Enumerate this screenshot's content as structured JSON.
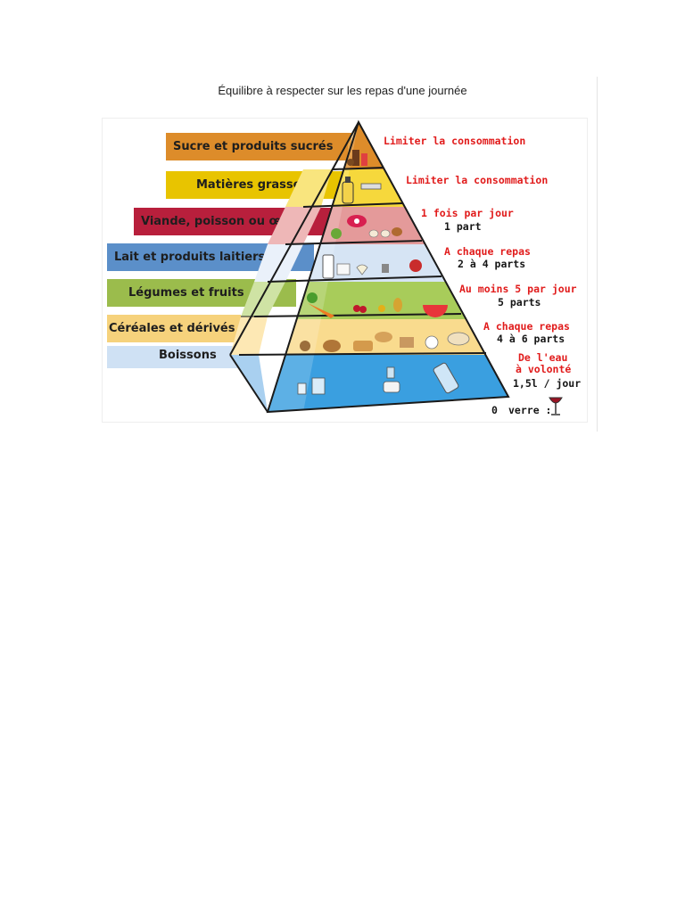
{
  "title": "Équilibre à respecter sur les repas d'une journée",
  "colors": {
    "sucre": "#dd8c2a",
    "graisses": "#e8c400",
    "viande": "#b81f3c",
    "laitiers": "#5b8fc9",
    "legumes": "#9bbc4c",
    "cereales": "#f6d27c",
    "boissons": "#cfe1f4",
    "red_text": "#e11c1c"
  },
  "levels": [
    {
      "label": "Sucre et produits sucrés",
      "advice": "Limiter la consommation",
      "portion": ""
    },
    {
      "label": "Matières grasses",
      "advice": "Limiter la consommation",
      "portion": ""
    },
    {
      "label": "Viande, poisson ou œuf",
      "advice": "1 fois par jour",
      "portion": "1 part"
    },
    {
      "label": "Lait et produits laitiers",
      "advice": "A chaque repas",
      "portion": "2 à 4 parts"
    },
    {
      "label": "Légumes et fruits",
      "advice": "Au moins 5 par jour",
      "portion": "5 parts"
    },
    {
      "label": "Céréales et dérivés",
      "advice": "A chaque repas",
      "portion": "4 à 6 parts"
    },
    {
      "label": "Boissons",
      "advice": "De l'eau",
      "advice2": "à volonté",
      "portion": "1,5l / jour"
    }
  ],
  "alcohol": {
    "count": "0",
    "unit": "verre :"
  },
  "icons": [
    "sweets-icon",
    "oil-bottle-icon",
    "meat-icon",
    "milk-bottle-icon",
    "vegetables-icon",
    "bread-icon",
    "water-bottle-icon",
    "wine-glass-icon"
  ]
}
